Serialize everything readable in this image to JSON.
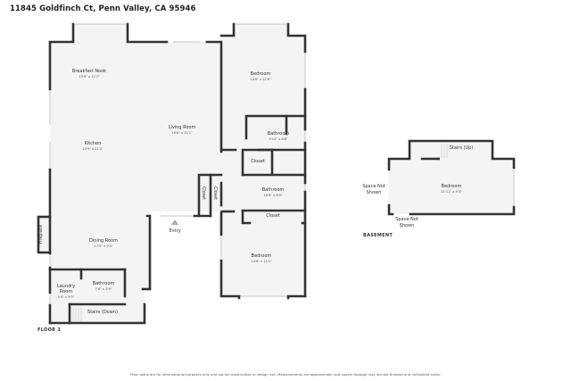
{
  "header": {
    "title": "11845 Goldfinch Ct, Penn Valley, CA 95946"
  },
  "floor1": {
    "label": "FLOOR 1",
    "rooms": [
      {
        "name": "Breakfast Nook",
        "dims": "13'9\" x 12'7\""
      },
      {
        "name": "Kitchen",
        "dims": "13'9\" x 21'2\""
      },
      {
        "name": "Living Room",
        "dims": "16'8\" x 31'1\""
      },
      {
        "name": "Bedroom",
        "dims": "14'6\" x 22'8\""
      },
      {
        "name": "Bathroom",
        "dims": "9'10\" x 8'8\""
      },
      {
        "name": "Closet",
        "dims": ""
      },
      {
        "name": "Bathroom",
        "dims": "10'9\" x 8'0\""
      },
      {
        "name": "Closet",
        "dims": ""
      },
      {
        "name": "Bedroom",
        "dims": "14'6\" x 15'1\""
      },
      {
        "name": "Dining Room",
        "dims": "17'0\" x 9'3\""
      },
      {
        "name": "Laundry Room",
        "dims": "5'4\" x 9'5\""
      },
      {
        "name": "Bathroom",
        "dims": "7'6\" x 5'9\""
      },
      {
        "name": "Stairs (Down)",
        "dims": ""
      }
    ],
    "closets_vertical": [
      "Closet",
      "Closet"
    ],
    "fireplace": "Fireplace",
    "entry": "Entry"
  },
  "basement": {
    "label": "BASEMENT",
    "rooms": [
      {
        "name": "Bedroom",
        "dims": "21'11\" x 9'3\""
      },
      {
        "name": "Stairs (Up)",
        "dims": ""
      }
    ],
    "space_not_shown_left": "Space Not Shown",
    "space_not_shown_bottom": "Space Not Shown"
  },
  "footer": {
    "disclaimer": "Floor plans are for informational purposes only and not for construction or design use. Measurements are approximate, and square footage may include finished and unfinished areas."
  },
  "colors": {
    "wall": "#333333",
    "floor": "#f4f4f4",
    "window": "#cccccc"
  }
}
